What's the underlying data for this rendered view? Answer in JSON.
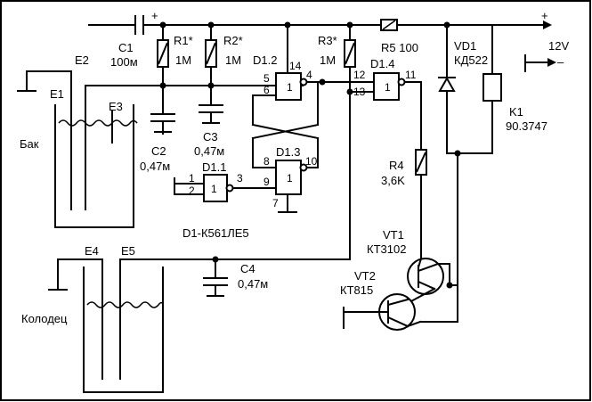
{
  "labels": {
    "c1": "C1",
    "c1_val": "100м",
    "c1_plus": "+",
    "r1": "R1*",
    "r1_val": "1M",
    "r2": "R2*",
    "r2_val": "1M",
    "r3": "R3*",
    "r3_val": "1M",
    "r5": "R5 100",
    "vd1": "VD1",
    "vd1_val": "КД522",
    "supply_plus": "+",
    "supply_v": "12V",
    "supply_minus": "–",
    "k1": "K1",
    "k1_val": "90.3747",
    "c2": "C2",
    "c2_val": "0,47м",
    "c3": "C3",
    "c3_val": "0,47м",
    "c4": "C4",
    "c4_val": "0,47м",
    "r4": "R4",
    "r4_val": "3,6K",
    "vt1": "VT1",
    "vt1_val": "КТ3102",
    "vt2": "VT2",
    "vt2_val": "КТ815",
    "e1": "E1",
    "e2": "E2",
    "e3": "E3",
    "e4": "E4",
    "e5": "E5",
    "tank": "Бак",
    "well": "Колодец",
    "ic_note": "D1-К561ЛЕ5",
    "d11": "D1.1",
    "d12": "D1.2",
    "d13": "D1.3",
    "d14": "D1.4",
    "gate_sym": "1",
    "pin1": "1",
    "pin2": "2",
    "pin3": "3",
    "pin4": "4",
    "pin5": "5",
    "pin6": "6",
    "pin7": "7",
    "pin8": "8",
    "pin9": "9",
    "pin10": "10",
    "pin11": "11",
    "pin12": "12",
    "pin13": "13",
    "pin14": "14"
  }
}
